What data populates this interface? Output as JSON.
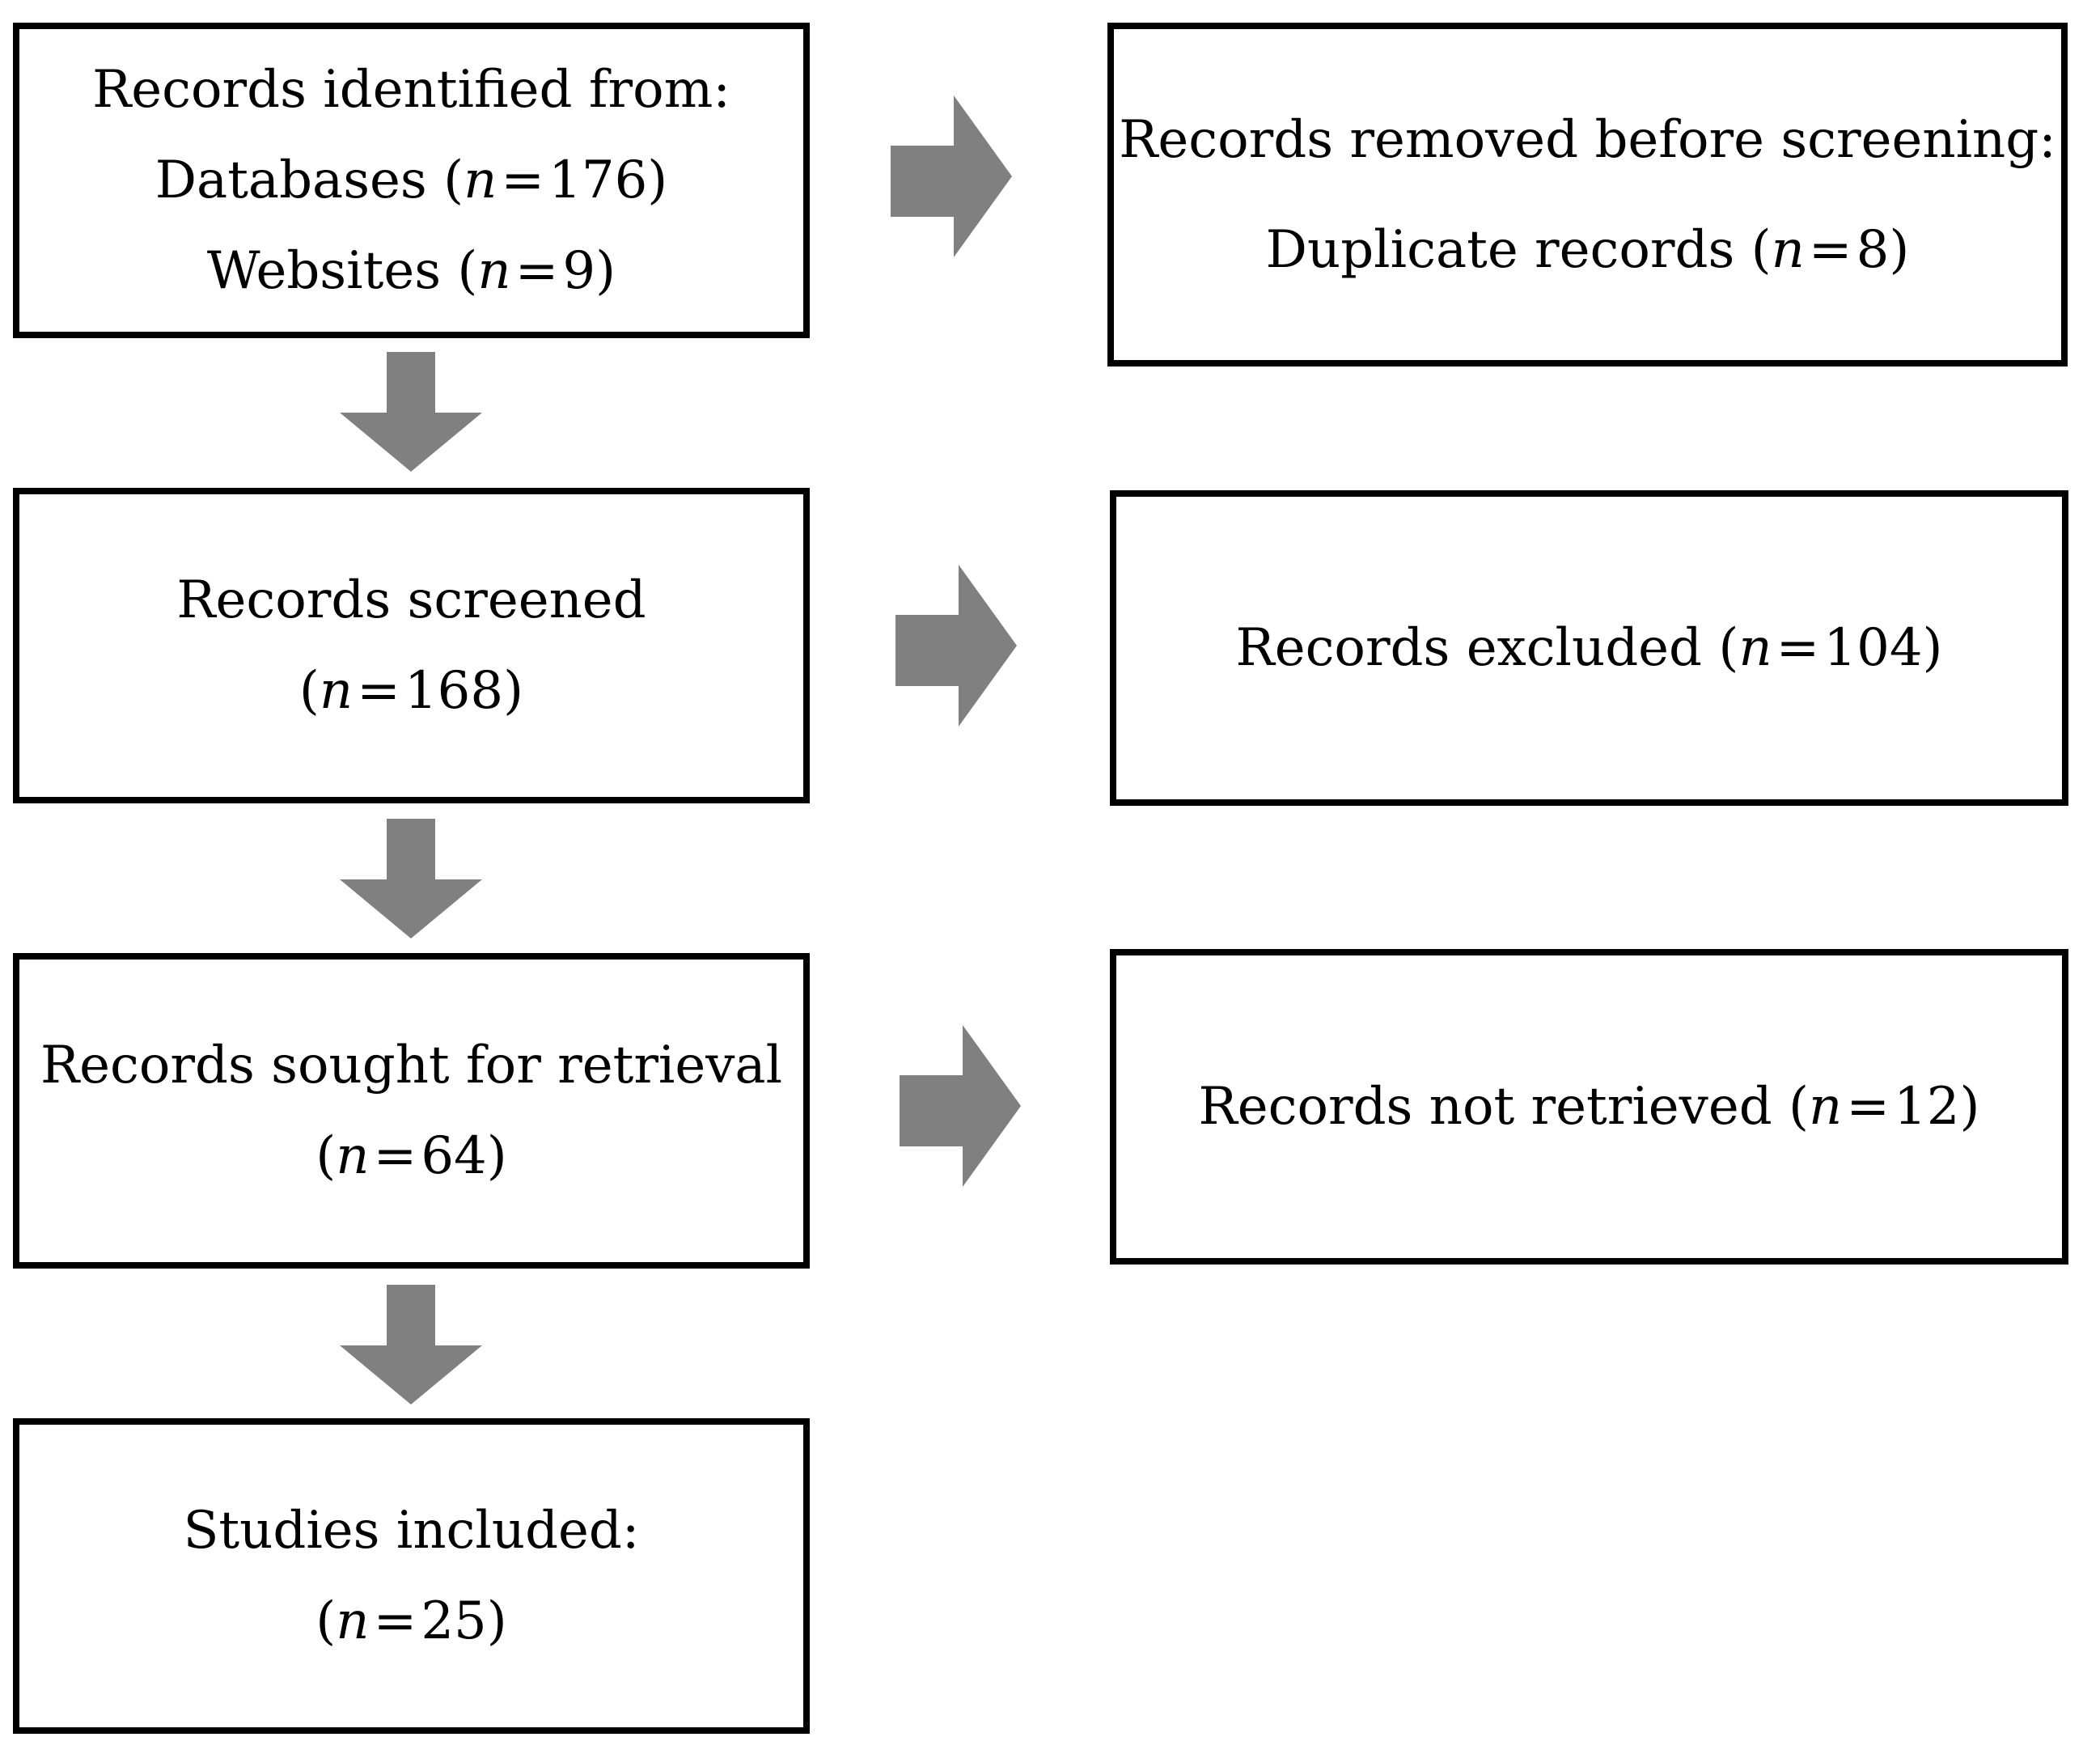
{
  "diagram": {
    "stages": [
      {
        "id": "identification",
        "title": "Records identified from:",
        "items": [
          {
            "label": "Databases",
            "n": "176"
          },
          {
            "label": "Websites",
            "n": "9"
          }
        ]
      },
      {
        "id": "screening",
        "title": "Records screened",
        "n": "168"
      },
      {
        "id": "retrieval",
        "title": "Records sought for retrieval",
        "n": "64"
      },
      {
        "id": "included",
        "title": "Studies included:",
        "n": "25"
      }
    ],
    "exclusions": [
      {
        "id": "removed",
        "title": "Records removed before screening:",
        "items": [
          {
            "label": "Duplicate records",
            "n": "8"
          }
        ]
      },
      {
        "id": "excluded",
        "label": "Records excluded",
        "n": "104"
      },
      {
        "id": "not-retrieved",
        "label": "Records not retrieved",
        "n": "12"
      }
    ],
    "symbols": {
      "n": "n",
      "equals": "=",
      "open_paren": "(",
      "close_paren": ")"
    },
    "colors": {
      "arrow": "#808080",
      "border": "#000000",
      "background": "#ffffff"
    }
  }
}
